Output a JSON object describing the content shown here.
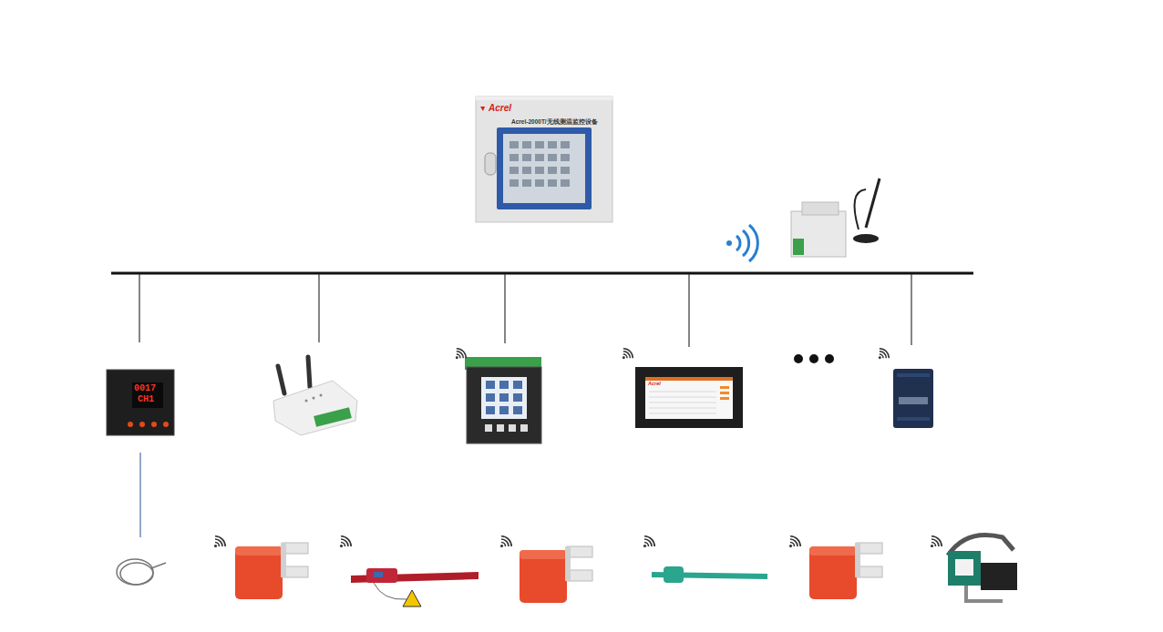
{
  "diagram": {
    "nodes": [
      {
        "text": [
          "Acrel",
          "Acrel-2000T/无线测温监控设备"
        ]
      },
      {
        "text": [
          "0017",
          "CH1"
        ]
      }
    ],
    "labels": [
      "Acrel"
    ]
  }
}
